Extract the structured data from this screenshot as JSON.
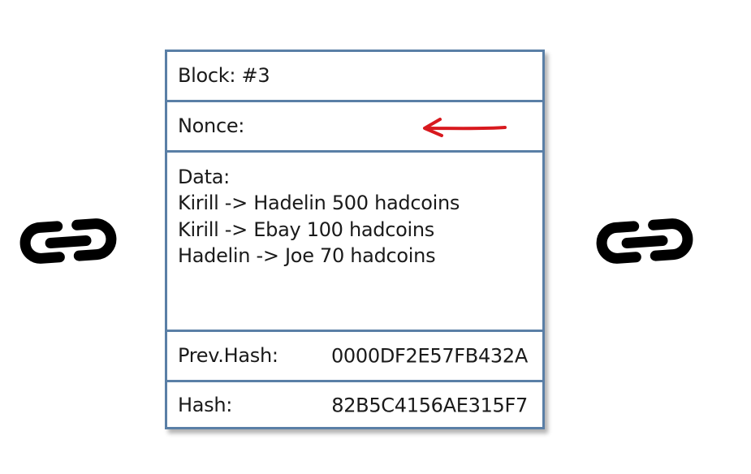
{
  "block": {
    "label": "Block: #3",
    "nonce_label": "Nonce:",
    "data_label": "Data:",
    "transactions": [
      "Kirill -> Hadelin 500 hadcoins",
      "Kirill -> Ebay 100 hadcoins",
      "Hadelin -> Joe 70 hadcoins"
    ],
    "prev_hash_label": "Prev.Hash:",
    "prev_hash_value": "0000DF2E57FB432A",
    "hash_label": "Hash:",
    "hash_value": "82B5C4156AE315F7"
  },
  "colors": {
    "border": "#5a7fa6",
    "arrow": "#d8191e",
    "icon": "#000000"
  },
  "icons": {
    "left": "chain-link-icon",
    "right": "chain-link-icon",
    "pointer": "red-arrow-icon"
  }
}
